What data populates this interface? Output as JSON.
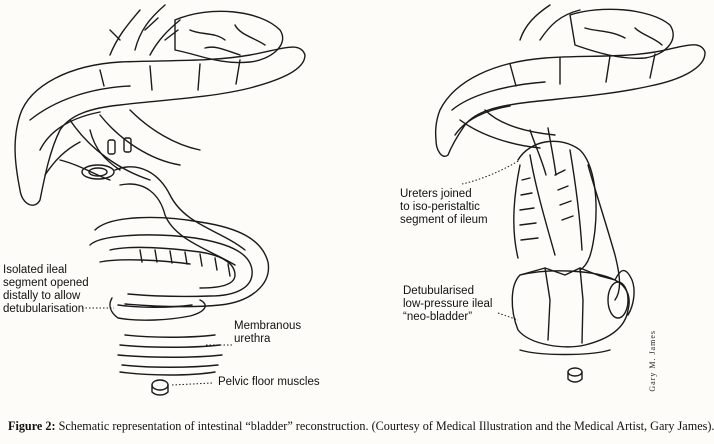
{
  "left_panel": {
    "label_isolated_segment": "Isolated ileal\nsegment opened\ndistally to allow\ndetubularisation",
    "label_urethra": "Membranous\nurethra",
    "label_pelvic_floor": "Pelvic floor muscles"
  },
  "right_panel": {
    "label_ureters": "Ureters joined\nto iso-peristaltic\nsegment of ileum",
    "label_neobladder": "Detubularised\nlow-pressure ileal\n“neo-bladder”",
    "artist_signature": "Gary M. James"
  },
  "caption": {
    "prefix": "Figure 2:",
    "text": " Schematic representation of intestinal “bladder” reconstruction. (Courtesy of Medical Illustration and the Medical Artist, Gary James)."
  }
}
